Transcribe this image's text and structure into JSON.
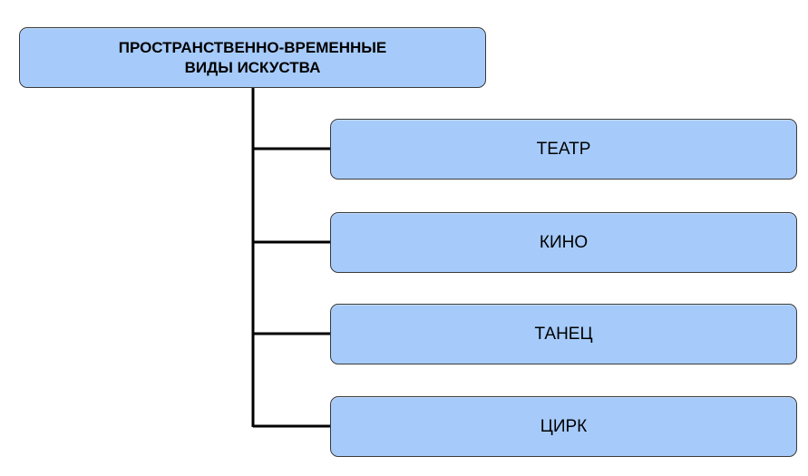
{
  "diagram": {
    "root": {
      "line1": "ПРОСТРАНСТВЕННО-ВРЕМЕННЫЕ",
      "line2": "ВИДЫ ИСКУСТВА"
    },
    "children": [
      {
        "label": "ТЕАТР"
      },
      {
        "label": "КИНО"
      },
      {
        "label": "ТАНЕЦ"
      },
      {
        "label": "ЦИРК"
      }
    ],
    "colors": {
      "box_fill": "#a6cbfa",
      "box_border": "#3a3a3a",
      "connector": "#000000"
    }
  }
}
